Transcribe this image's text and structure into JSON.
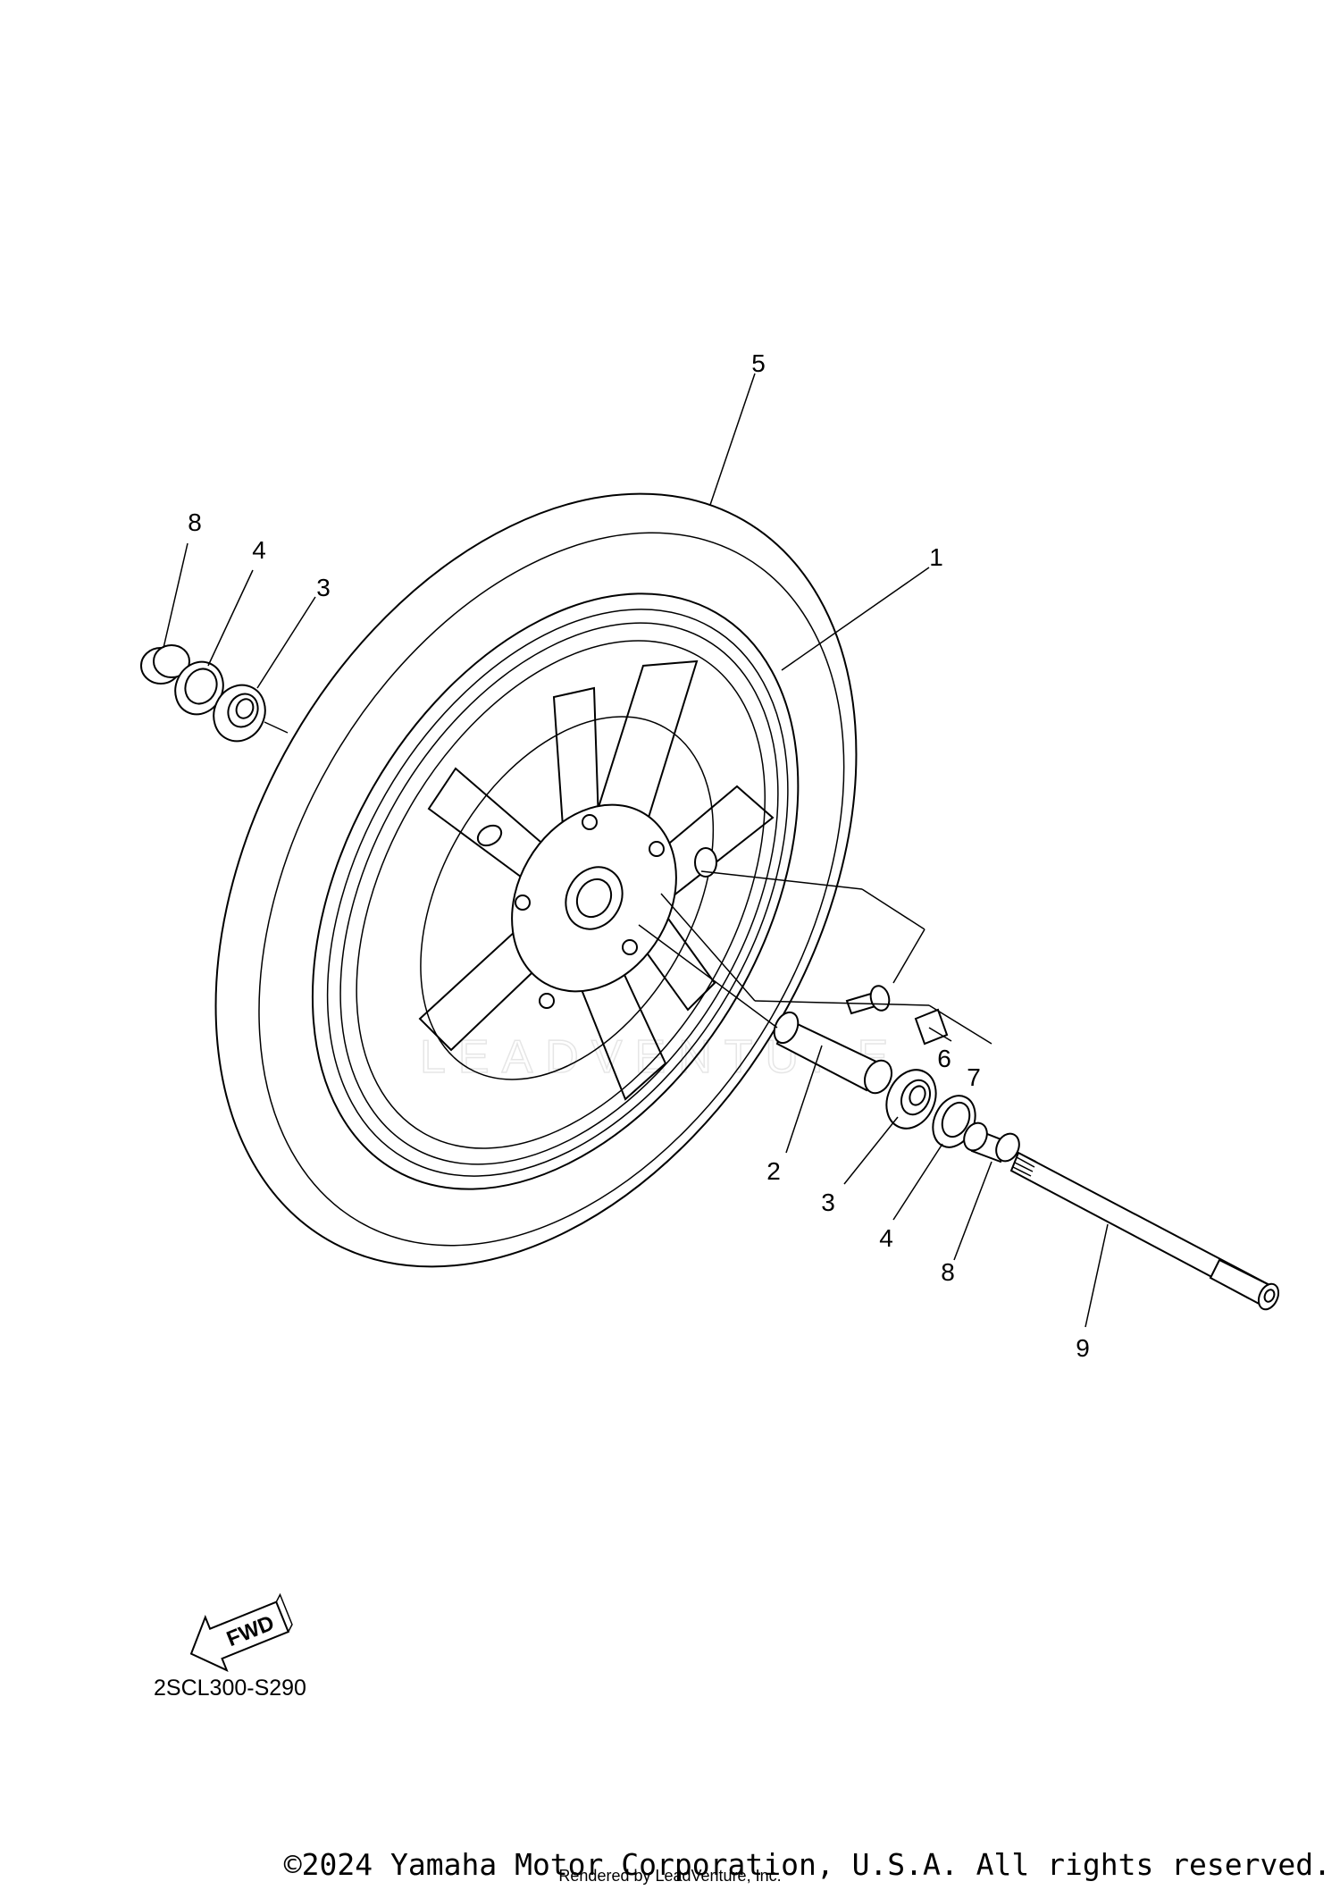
{
  "diagram": {
    "part_code": "2SCL300-S290",
    "fwd_label": "FWD",
    "watermark": "LEADVENTURE",
    "copyright": "©2024 Yamaha Motor Corporation, U.S.A. All rights reserved.",
    "rendered_by": "Rendered by LeadVenture, Inc.",
    "callouts": [
      "5",
      "8",
      "4",
      "3",
      "1",
      "6",
      "7",
      "2",
      "3",
      "4",
      "8",
      "9"
    ]
  }
}
